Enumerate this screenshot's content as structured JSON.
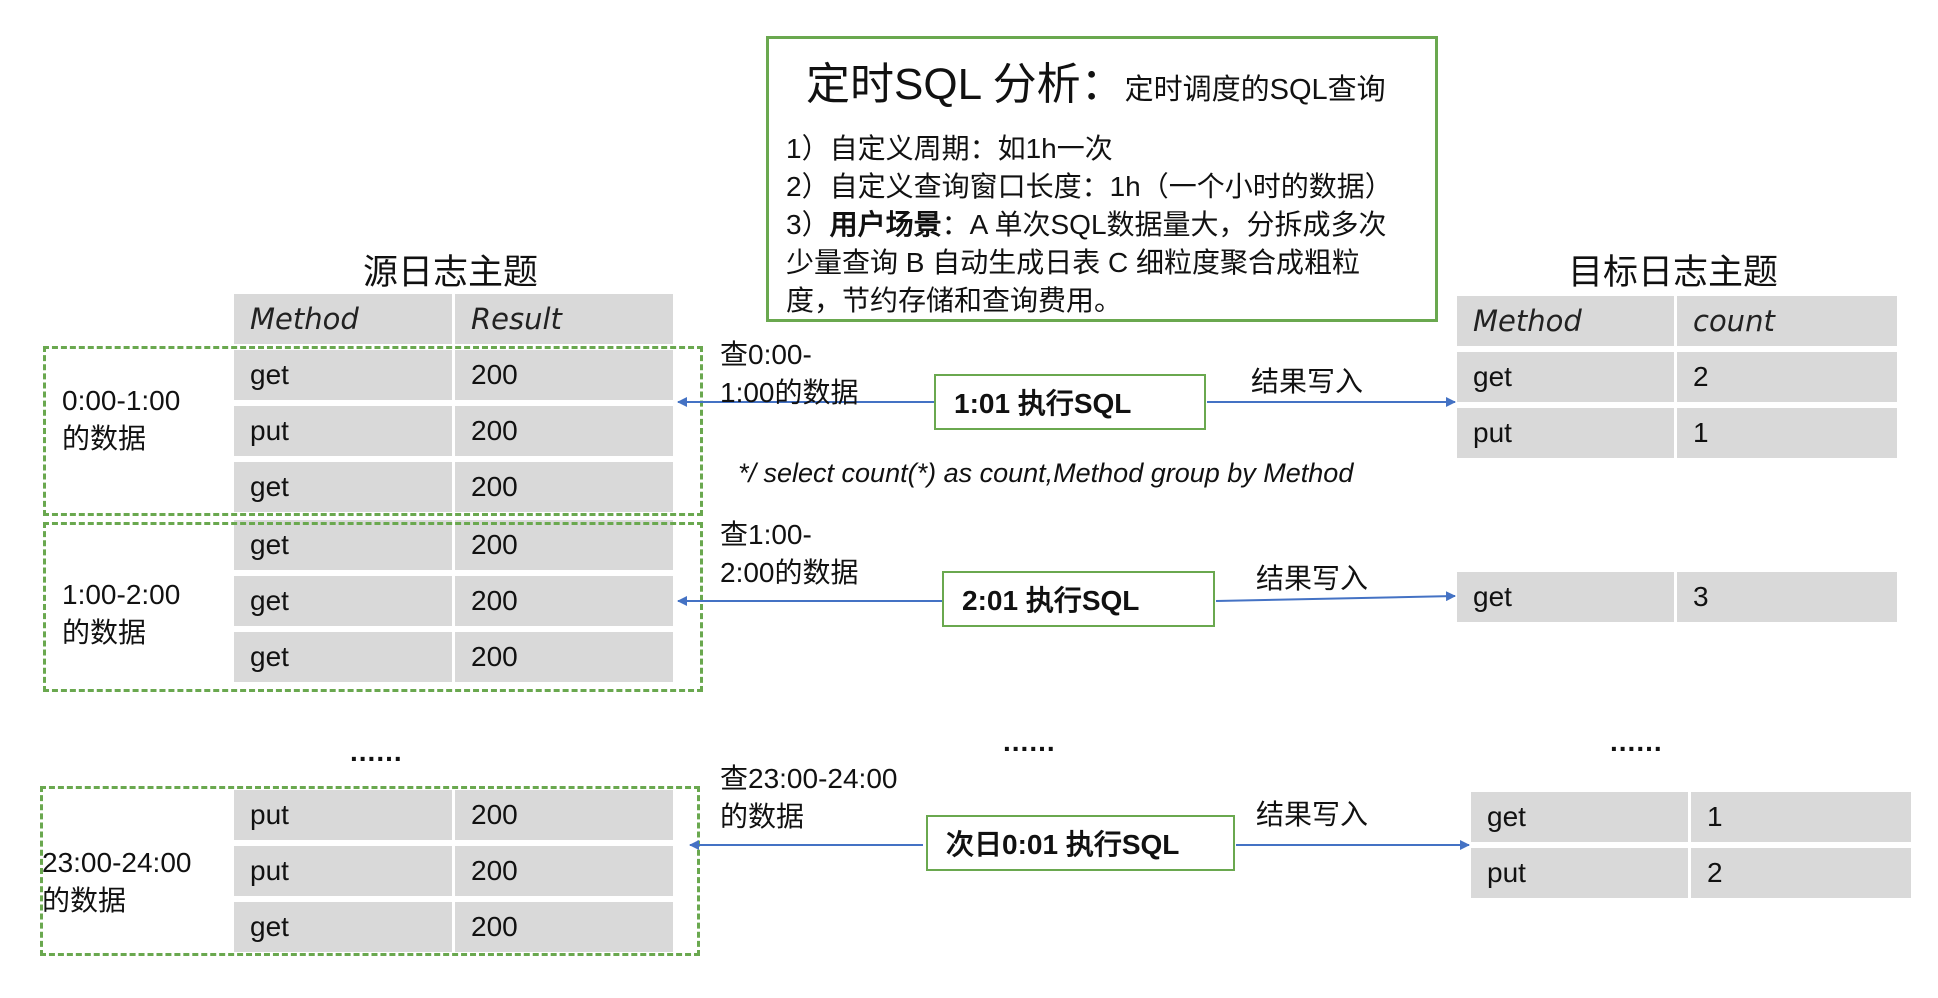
{
  "title": {
    "main": "定时SQL 分析：",
    "sub": "定时调度的SQL查询",
    "lines": [
      {
        "prefix": "1）自定义周期：如1h一次",
        "bold": "",
        "rest": ""
      },
      {
        "prefix": "2）自定义查询窗口长度：1h（一个小时的数据）",
        "bold": "",
        "rest": ""
      },
      {
        "prefix": "3）",
        "bold": "用户场景",
        "rest": "：A 单次SQL数据量大，分拆成多次"
      },
      {
        "prefix": "少量查询   B 自动生成日表  C 细粒度聚合成粗粒",
        "bold": "",
        "rest": ""
      },
      {
        "prefix": "度，节约存储和查询费用。",
        "bold": "",
        "rest": ""
      }
    ]
  },
  "source": {
    "heading": "源日志主题",
    "headers": [
      "Method",
      "Result"
    ],
    "groups": [
      {
        "label_1": "0:00-1:00",
        "label_2": "的数据",
        "rows": [
          [
            "get",
            "200"
          ],
          [
            "put",
            "200"
          ],
          [
            "get",
            "200"
          ]
        ]
      },
      {
        "label_1": "1:00-2:00",
        "label_2": "的数据",
        "rows": [
          [
            "get",
            "200"
          ],
          [
            "get",
            "200"
          ],
          [
            "get",
            "200"
          ]
        ]
      },
      {
        "label_1": "23:00-24:00",
        "label_2": "的数据",
        "rows": [
          [
            "put",
            "200"
          ],
          [
            "put",
            "200"
          ],
          [
            "get",
            "200"
          ]
        ]
      }
    ],
    "ellipsis": "......"
  },
  "target": {
    "heading": "目标日志主题",
    "headers": [
      "Method",
      "count"
    ],
    "groups": [
      {
        "rows": [
          [
            "get",
            "2"
          ],
          [
            "put",
            "1"
          ]
        ]
      },
      {
        "rows": [
          [
            "get",
            "3"
          ]
        ]
      },
      {
        "rows": [
          [
            "get",
            "1"
          ],
          [
            "put",
            "2"
          ]
        ]
      }
    ],
    "ellipsis": "......"
  },
  "executions": [
    {
      "query_1": "查0:00-",
      "query_2": "1:00的数据",
      "exec": "1:01 执行SQL",
      "write": "结果写入"
    },
    {
      "query_1": "查1:00-",
      "query_2": "2:00的数据",
      "exec": "2:01 执行SQL",
      "write": "结果写入"
    },
    {
      "query_1": "查23:00-24:00",
      "query_2": "的数据",
      "exec": "次日0:01 执行SQL",
      "write": "结果写入"
    }
  ],
  "middle_ellipsis": "......",
  "sql_note": "*/ select  count(*) as count,Method group by Method",
  "colors": {
    "frame_green": "#6aa84f",
    "cell_gray": "#d9d9d9",
    "arrow_blue": "#4472c4"
  }
}
